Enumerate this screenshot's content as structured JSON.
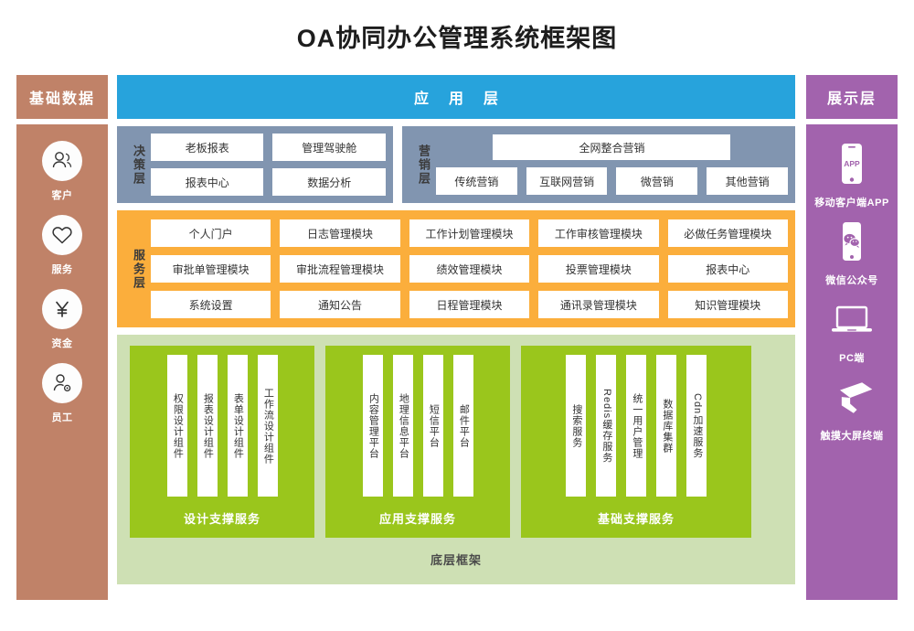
{
  "title": "OA协同办公管理系统框架图",
  "colors": {
    "brown": "#c08268",
    "purple": "#a263ad",
    "blue": "#27a3dc",
    "slate": "#8195b0",
    "orange": "#fbae3c",
    "green": "#9ac61c",
    "green_light": "#cee0b4",
    "white": "#ffffff"
  },
  "left_sidebar": {
    "header": "基础数据",
    "items": [
      {
        "label": "客户",
        "icon": "users-icon"
      },
      {
        "label": "服务",
        "icon": "heart-icon"
      },
      {
        "label": "资金",
        "icon": "yen-icon"
      },
      {
        "label": "员工",
        "icon": "user-gear-icon"
      }
    ]
  },
  "right_sidebar": {
    "header": "展示层",
    "items": [
      {
        "label": "移动客户端APP",
        "icon": "phone-app-icon",
        "badge": "APP"
      },
      {
        "label": "微信公众号",
        "icon": "wechat-phone-icon"
      },
      {
        "label": "PC端",
        "icon": "laptop-icon"
      },
      {
        "label": "触摸大屏终端",
        "icon": "kiosk-screen-icon"
      }
    ]
  },
  "app_layer": {
    "title": "应用层"
  },
  "decision_layer": {
    "label": "决策层",
    "cells": [
      "老板报表",
      "管理驾驶舱",
      "报表中心",
      "数据分析"
    ]
  },
  "marketing_layer": {
    "label": "营销层",
    "top": [
      "全网整合营销"
    ],
    "bottom": [
      "传统营销",
      "互联网营销",
      "微营销",
      "其他营销"
    ]
  },
  "service_layer": {
    "label": "服务层",
    "cells": [
      "个人门户",
      "日志管理模块",
      "工作计划管理模块",
      "工作审核管理模块",
      "必做任务管理模块",
      "审批单管理模块",
      "审批流程管理模块",
      "绩效管理模块",
      "投票管理模块",
      "报表中心",
      "系统设置",
      "通知公告",
      "日程管理模块",
      "通讯录管理模块",
      "知识管理模块"
    ]
  },
  "framework_layer": {
    "footer": "底层框架",
    "groups": [
      {
        "id": "grp-design",
        "label": "设计支撑服务",
        "columns": [
          "权限设计组件",
          "报表设计组件",
          "表单设计组件",
          "工作流设计组件"
        ]
      },
      {
        "id": "grp-app",
        "label": "应用支撑服务",
        "columns": [
          "内容管理平台",
          "地理信息平台",
          "短信平台",
          "邮件平台"
        ]
      },
      {
        "id": "grp-base",
        "label": "基础支撑服务",
        "columns": [
          "搜索服务",
          "Redis缓存服务",
          "统一用户管理",
          "数据库集群",
          "Cdn加速服务"
        ]
      }
    ]
  }
}
